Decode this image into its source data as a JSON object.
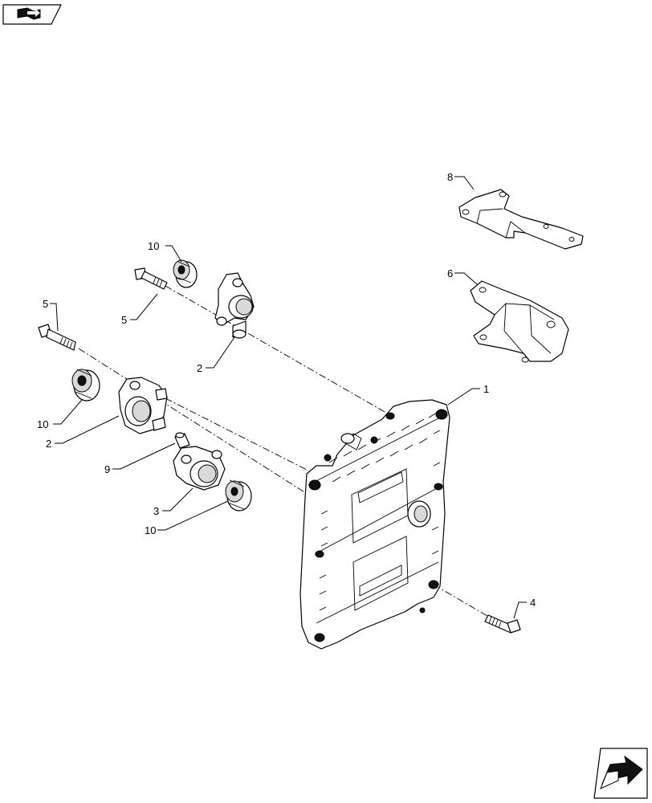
{
  "header": {
    "icon": "book-arrow-icon"
  },
  "footer": {
    "icon": "next-page-arrow-icon"
  },
  "callouts": {
    "ecu": "1",
    "bracket_upper": "2",
    "bracket_lower": "2",
    "bracket_small": "3",
    "bolt_ecu": "4",
    "bolt_upper": "5",
    "bolt_lower": "5",
    "plate": "6",
    "support": "8",
    "spacer": "9",
    "damper_top": "10",
    "damper_left": "10",
    "damper_bottom": "10"
  }
}
